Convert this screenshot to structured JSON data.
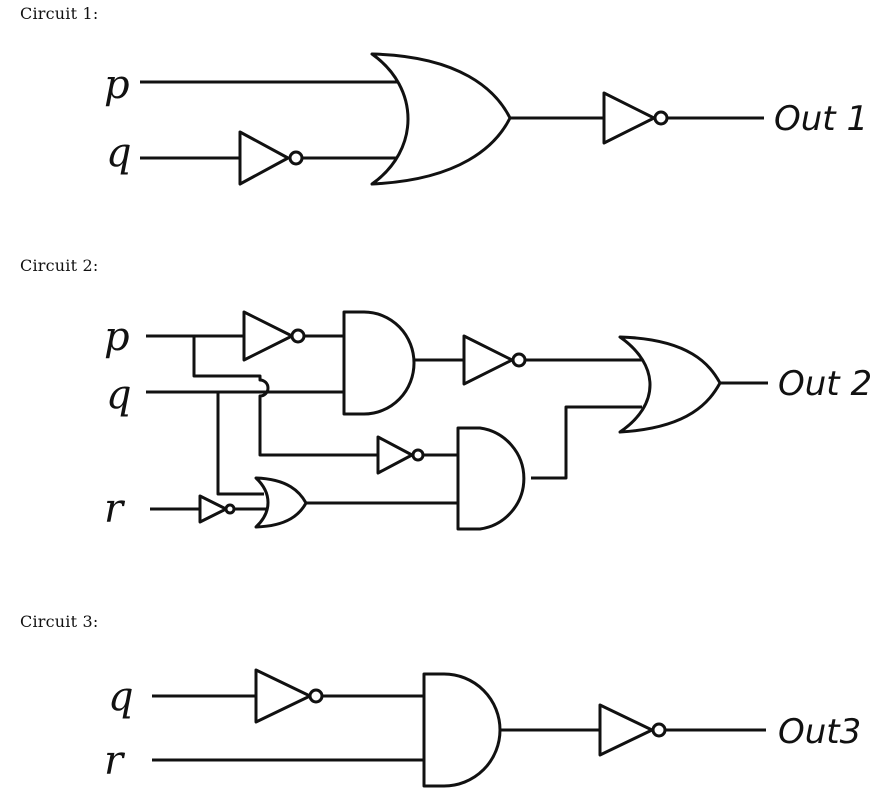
{
  "circuit1": {
    "caption": "Circuit 1:",
    "inputs": {
      "p": "p",
      "q": "q"
    },
    "output": "Out 1"
  },
  "circuit2": {
    "caption": "Circuit 2:",
    "inputs": {
      "p": "p",
      "q": "q",
      "r": "r"
    },
    "output": "Out 2"
  },
  "circuit3": {
    "caption": "Circuit 3:",
    "inputs": {
      "q": "q",
      "r": "r"
    },
    "output": "Out3"
  },
  "colors": {
    "ink": "#111111",
    "background": "#ffffff"
  }
}
